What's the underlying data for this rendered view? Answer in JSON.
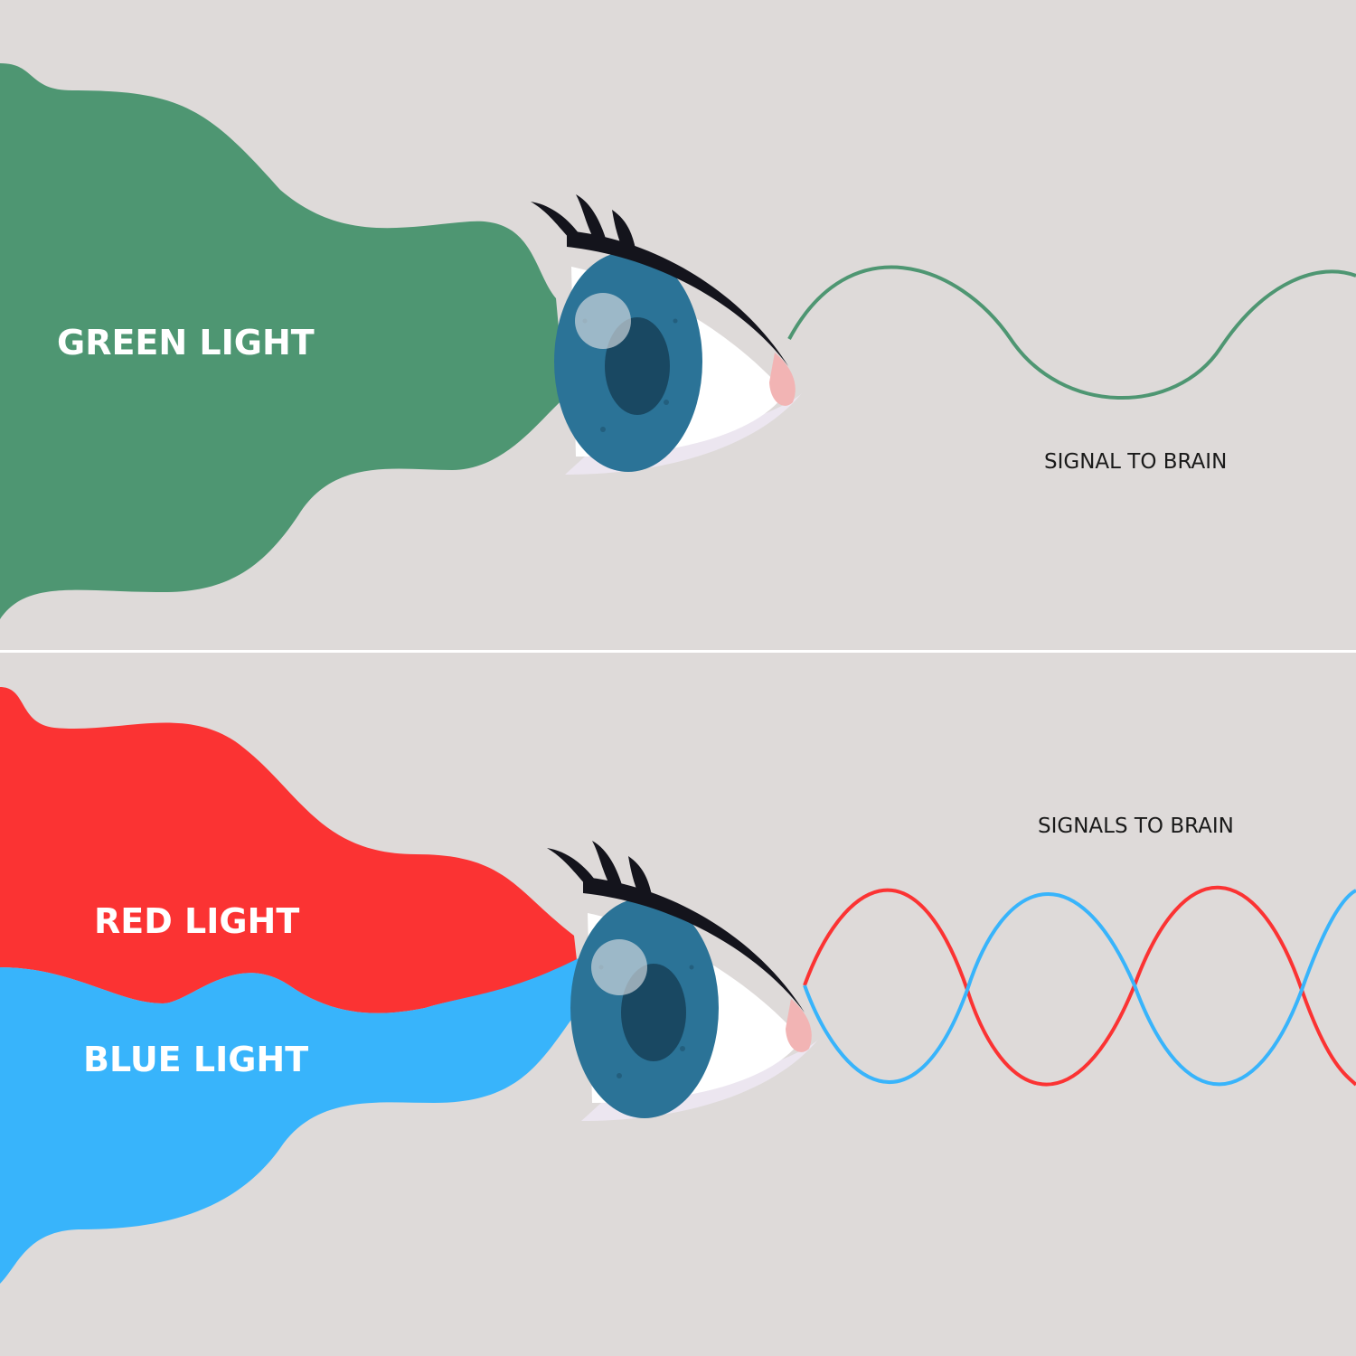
{
  "top_panel": {
    "beam_label": "GREEN LIGHT",
    "signal_label": "SIGNAL TO BRAIN",
    "beam_color": "#4e9672",
    "signal_color": "#4e9672"
  },
  "bottom_panel": {
    "red_label": "RED LIGHT",
    "blue_label": "BLUE LIGHT",
    "signal_label": "SIGNALS TO BRAIN",
    "red_color": "#fb3333",
    "blue_color": "#38b4fb"
  },
  "colors": {
    "background": "#dedad9",
    "iris": "#2b7397",
    "pupil": "#194862",
    "sclera": "#ffffff",
    "lashes": "#14141c",
    "divider": "#ffffff"
  },
  "icons": [
    "eye-icon",
    "eye-icon"
  ]
}
